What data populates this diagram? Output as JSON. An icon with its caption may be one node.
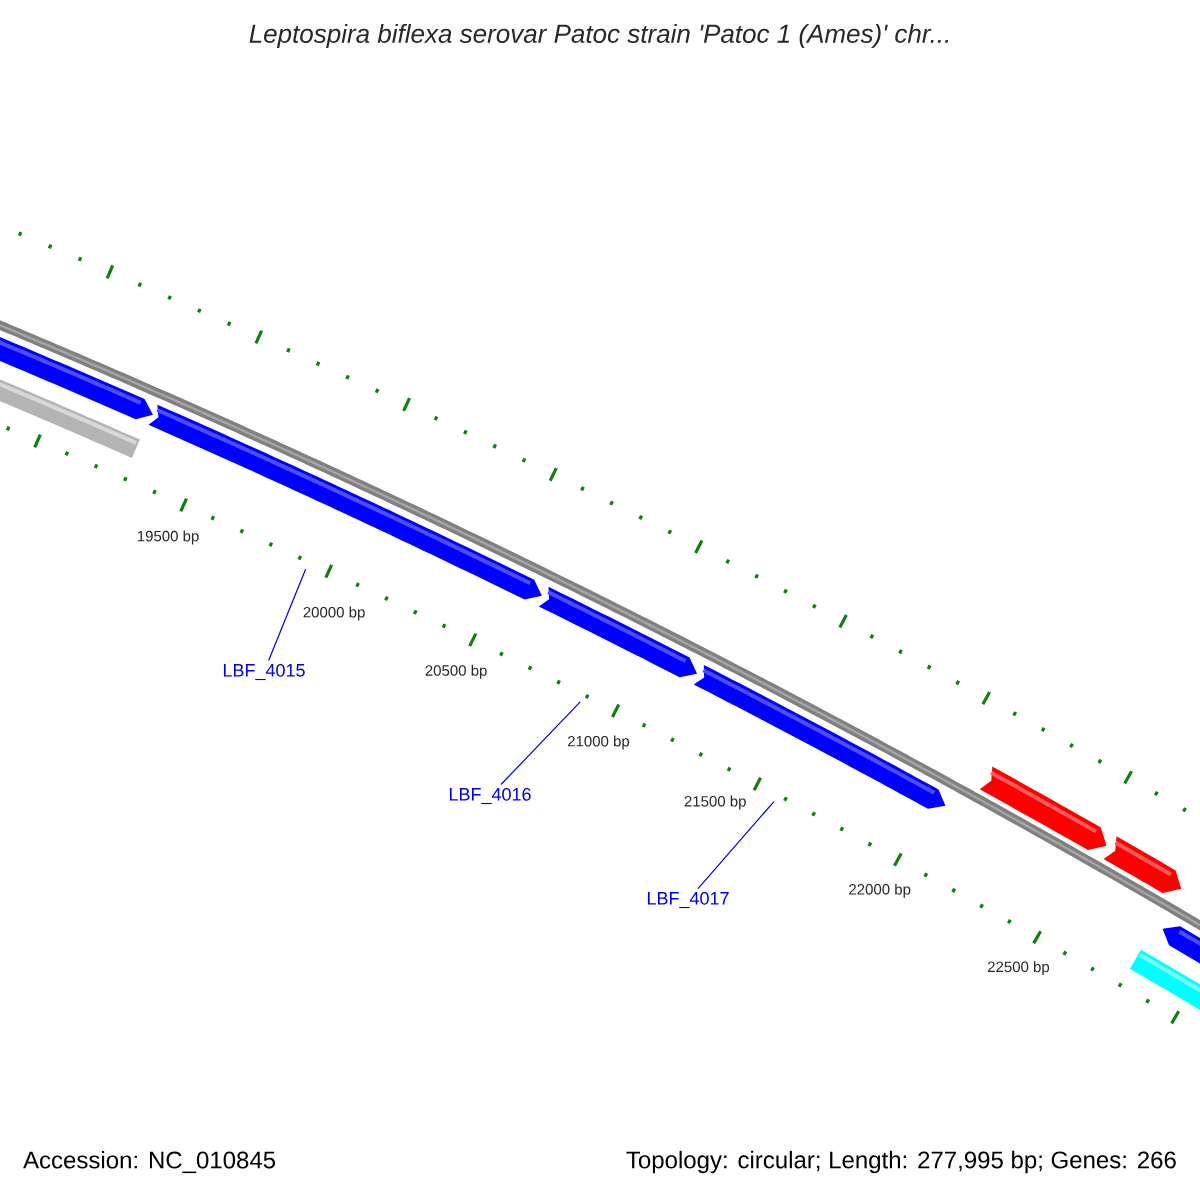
{
  "diagram": {
    "title": "Leptospira biflexa serovar Patoc strain 'Patoc 1 (Ames)' chr...",
    "nodes": [
      {
        "text": [
          "LBF_4015"
        ]
      },
      {
        "text": [
          "LBF_4016"
        ]
      },
      {
        "text": [
          "LBF_4017"
        ]
      }
    ],
    "edges": [
      {
        "from": 0,
        "to": null,
        "arrow": "none"
      },
      {
        "from": 1,
        "to": null,
        "arrow": "none"
      },
      {
        "from": 2,
        "to": null,
        "arrow": "none"
      }
    ],
    "labels": [
      "19500 bp",
      "20000 bp",
      "20500 bp",
      "21000 bp",
      "21500 bp",
      "22000 bp",
      "22500 bp",
      "Accession: NC_010845",
      "Topology: circular; Length: 277,995 bp; Genes: 266"
    ]
  }
}
